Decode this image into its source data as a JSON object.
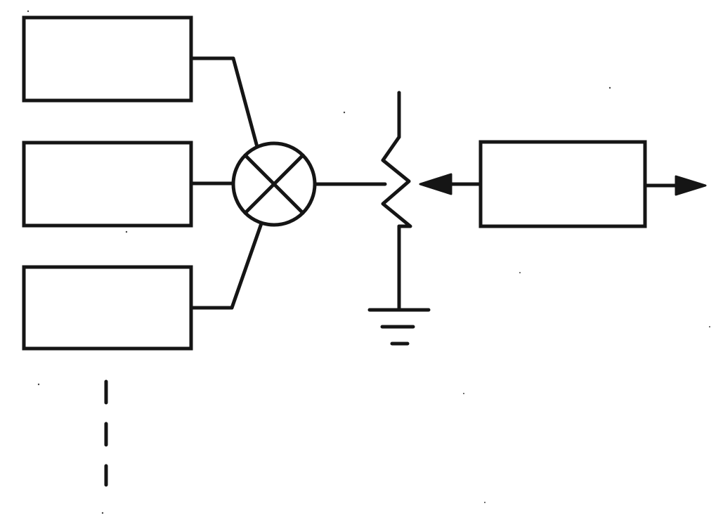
{
  "diagram": {
    "description_free": true,
    "colors": {
      "ink": "#151515",
      "paper": "#ffffff"
    },
    "components": {
      "input_blocks": 3,
      "combiner_symbol": "circle-with-cross",
      "variable_resistor": "zigzag-with-arrow",
      "ground_symbol": "ground",
      "output_block": 1,
      "continuation": "dashed-vertical-line"
    }
  }
}
